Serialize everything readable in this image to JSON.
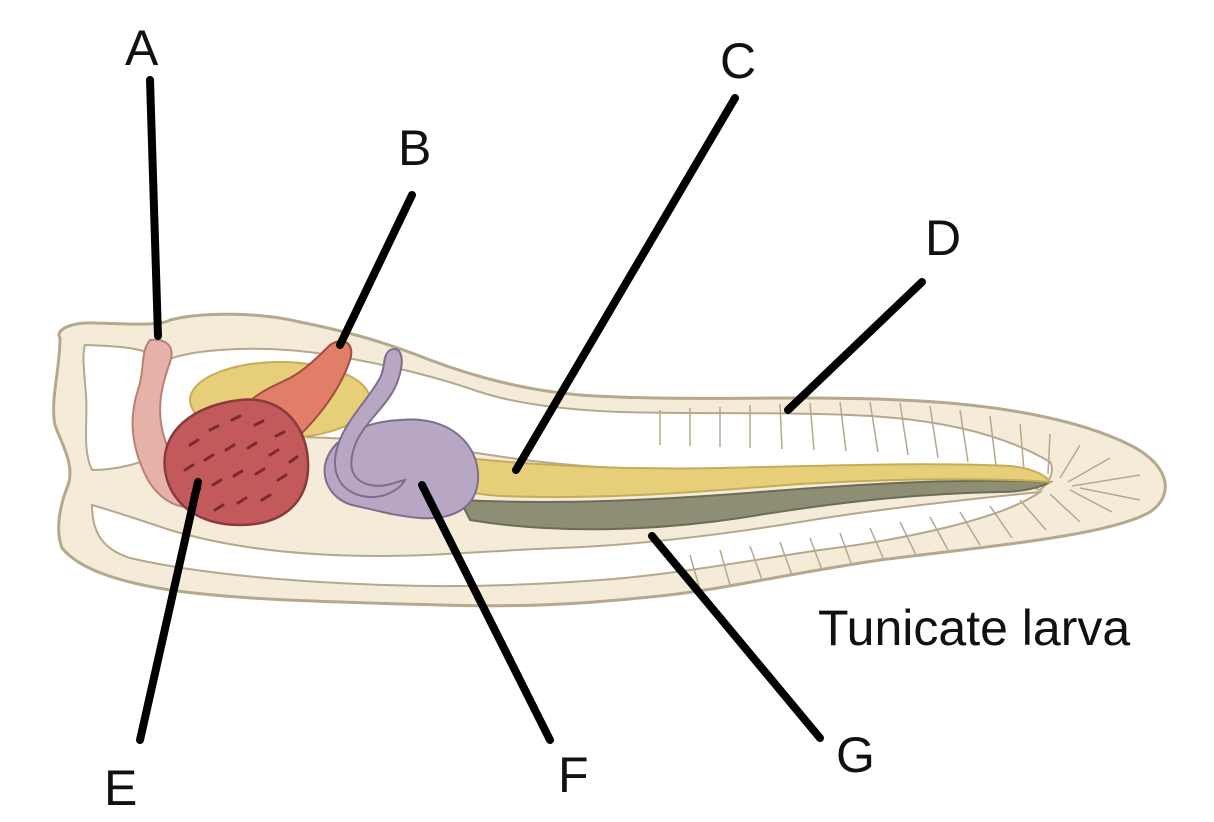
{
  "caption": "Tunicate larva",
  "labels": {
    "A": "A",
    "B": "B",
    "C": "C",
    "D": "D",
    "E": "E",
    "F": "F",
    "G": "G"
  },
  "colors": {
    "outer_tunic": "#f4ecd9",
    "outline": "#b5a88d",
    "inner_white": "#ffffff",
    "notochord": "#e7cf7a",
    "nerve_cord": "#8e8e74",
    "pharynx": "#c25a5c",
    "atrial_siphon": "#e07e67",
    "oral_siphon": "#e6b2a8",
    "gut": "#b7a7c4",
    "leader_lines": "#000000"
  }
}
